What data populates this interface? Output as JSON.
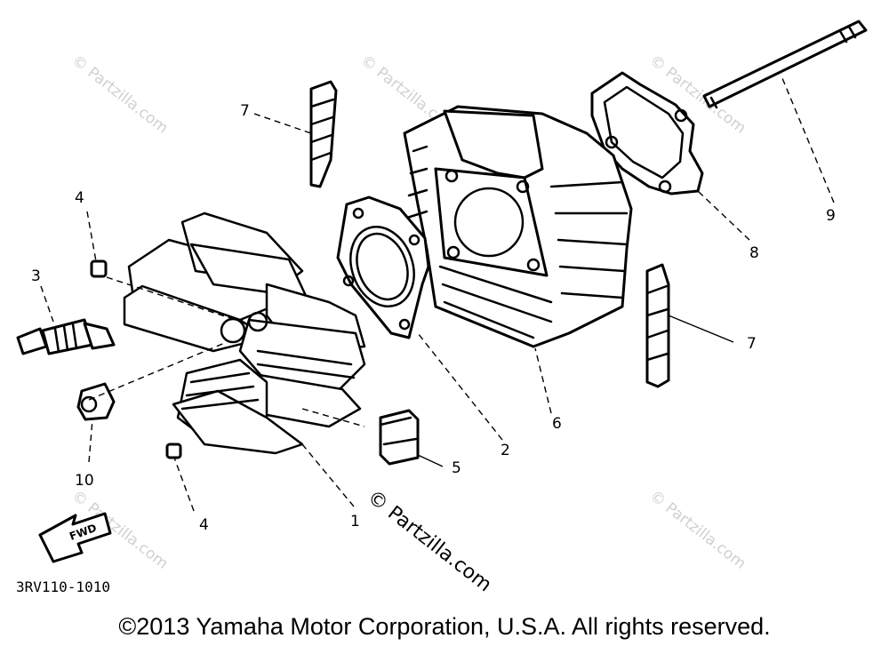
{
  "diagram": {
    "callouts": [
      {
        "id": "c1",
        "label": "1"
      },
      {
        "id": "c2",
        "label": "2"
      },
      {
        "id": "c3",
        "label": "3"
      },
      {
        "id": "c4a",
        "label": "4"
      },
      {
        "id": "c4b",
        "label": "4"
      },
      {
        "id": "c5",
        "label": "5"
      },
      {
        "id": "c6",
        "label": "6"
      },
      {
        "id": "c7a",
        "label": "7"
      },
      {
        "id": "c7b",
        "label": "7"
      },
      {
        "id": "c8",
        "label": "8"
      },
      {
        "id": "c9",
        "label": "9"
      },
      {
        "id": "c10",
        "label": "10"
      }
    ],
    "diagram_code": "3RV110-1010",
    "fwd_label": "FWD",
    "watermark_small": "© Partzilla.com",
    "watermark_main": "© Partzilla.com"
  },
  "footer": {
    "copyright": "©2013 Yamaha Motor Corporation, U.S.A. All rights reserved."
  }
}
